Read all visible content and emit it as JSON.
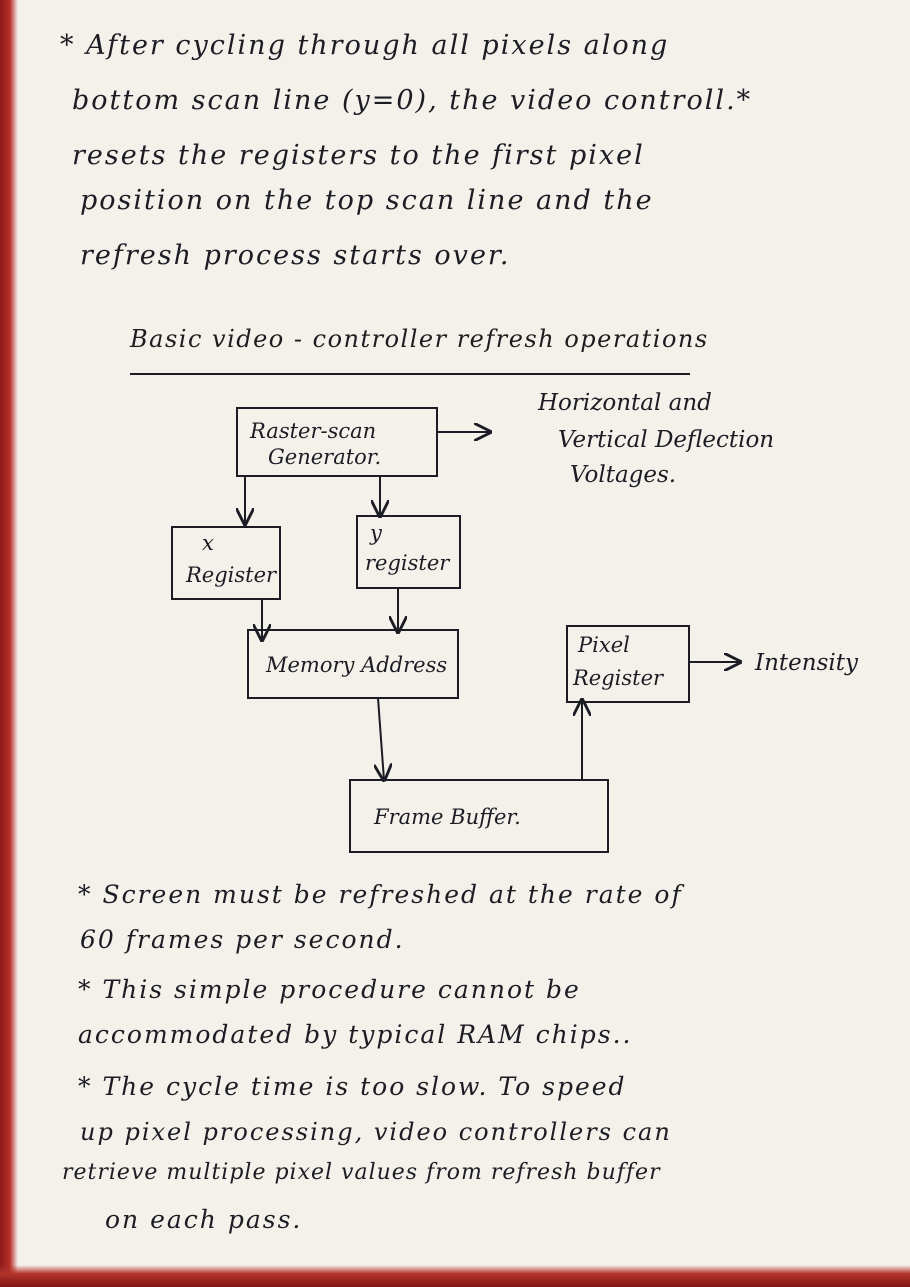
{
  "paragraph1": {
    "lines": [
      "* After cycling through all pixels along",
      "bottom scan line (y=0), the video controll.*",
      "resets the registers to the first pixel",
      "position on the top scan line and the",
      "refresh process starts over."
    ]
  },
  "heading": "Basic video - controller refresh operations",
  "diagram": {
    "raster_scan_generator": [
      "Raster-scan",
      "Generator."
    ],
    "x_register": [
      "x",
      "Register"
    ],
    "y_register": [
      "y",
      "register"
    ],
    "memory_address": "Memory Address",
    "pixel_register": [
      "Pixel",
      "Register"
    ],
    "frame_buffer": "Frame Buffer.",
    "deflection_output": [
      "Horizontal and",
      "Vertical Deflection",
      "Voltages."
    ],
    "intensity_output": "Intensity"
  },
  "notes": {
    "lines": [
      "* Screen must be refreshed at the rate of",
      "60 frames per second.",
      "* This simple procedure cannot be",
      "accommodated by typical RAM chips..",
      "* The cycle time is too slow. To speed",
      "up pixel processing, video controllers can",
      "retrieve multiple pixel values from refresh buffer",
      "on each pass."
    ]
  }
}
